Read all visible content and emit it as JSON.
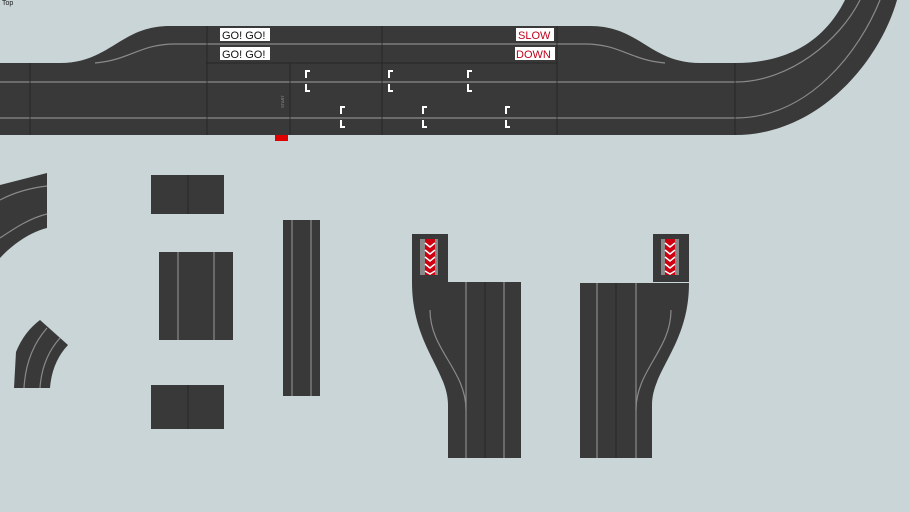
{
  "viewport": {
    "view_label": "Top"
  },
  "main_track": {
    "signs_left": [
      "GO! GO!",
      "GO! GO!"
    ],
    "signs_right": [
      "SLOW",
      "DOWN"
    ],
    "start_label": "START"
  },
  "colors": {
    "background": "#c9d5d7",
    "track": "#393939",
    "lane_line": "#8a8a8a",
    "slow_text": "#c0001a",
    "start_marker": "#e00000"
  }
}
